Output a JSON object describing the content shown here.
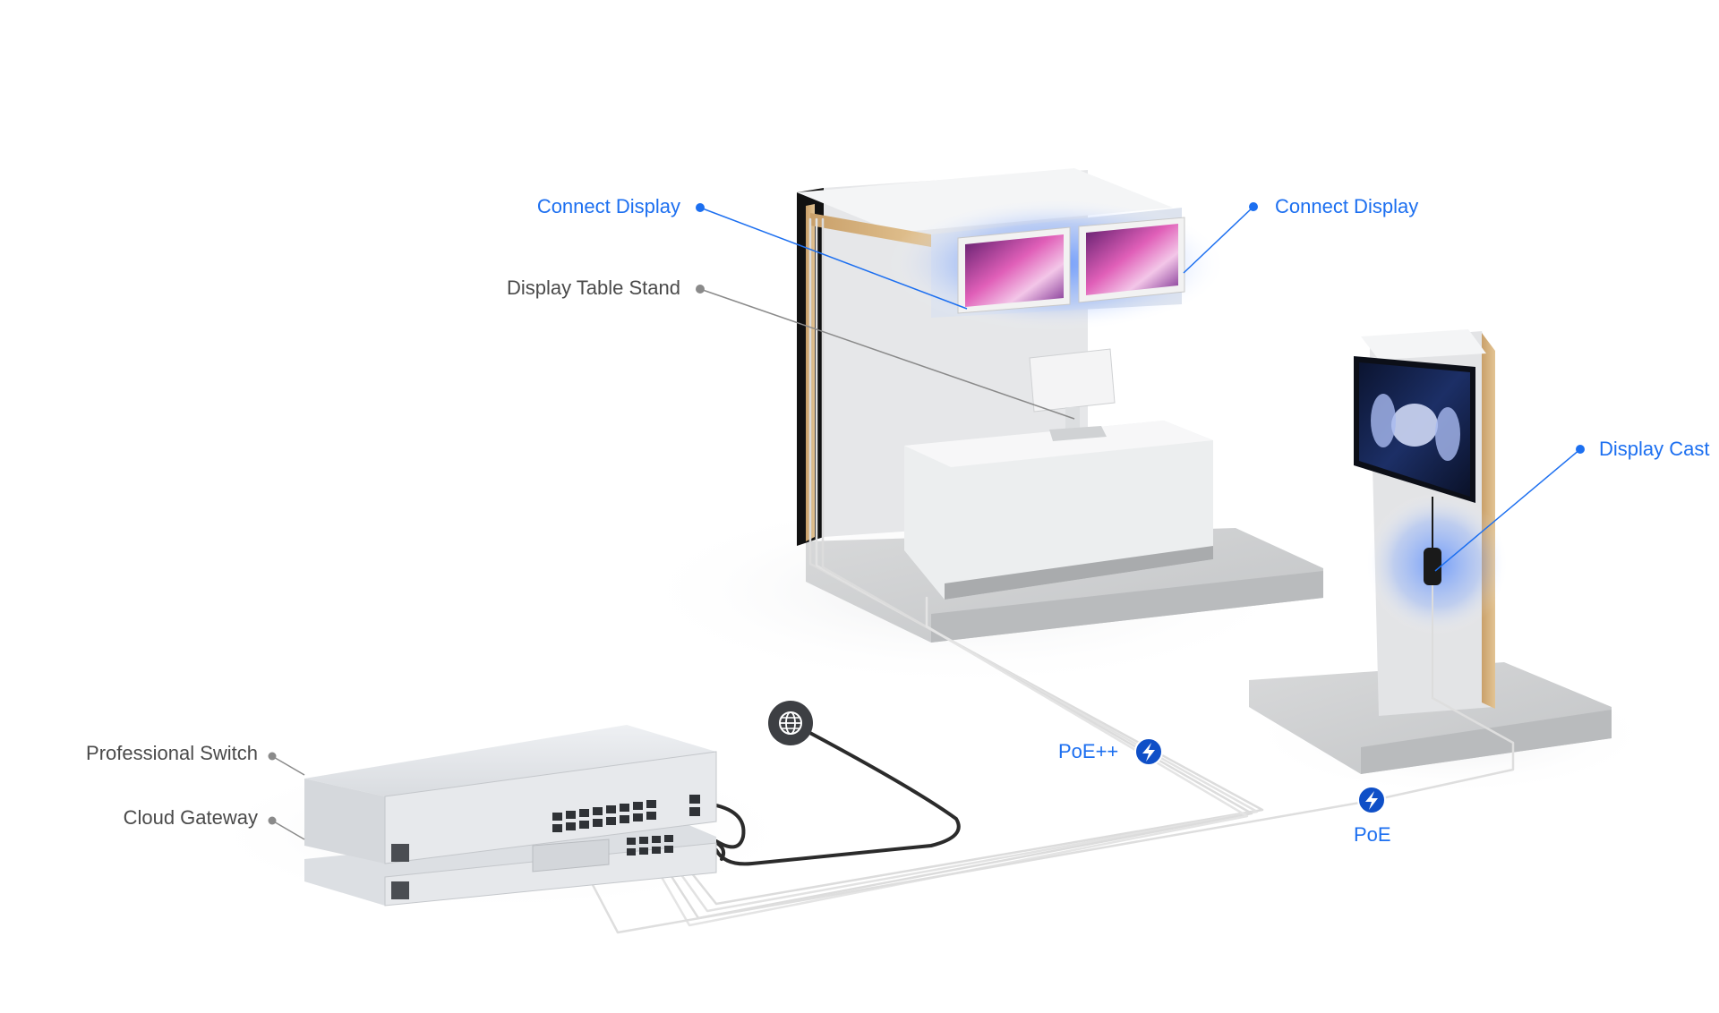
{
  "colors": {
    "accent": "#1c6ff0",
    "label_gray": "#4a4a4a",
    "device_silver": "#e4e6ea",
    "concrete": "#c9cbcc",
    "cable_white": "#dcdcdc",
    "cable_dark": "#2b2b2b",
    "badge_blue": "#0f4fc7"
  },
  "labels": {
    "connect_display_left": "Connect Display",
    "connect_display_right": "Connect Display",
    "display_table_stand": "Display Table Stand",
    "display_cast": "Display Cast",
    "professional_switch": "Professional Switch",
    "cloud_gateway": "Cloud Gateway",
    "poe_plus_plus": "PoE++",
    "poe": "PoE"
  },
  "icons": {
    "internet": "globe-icon",
    "power": "lightning-bolt-icon"
  }
}
